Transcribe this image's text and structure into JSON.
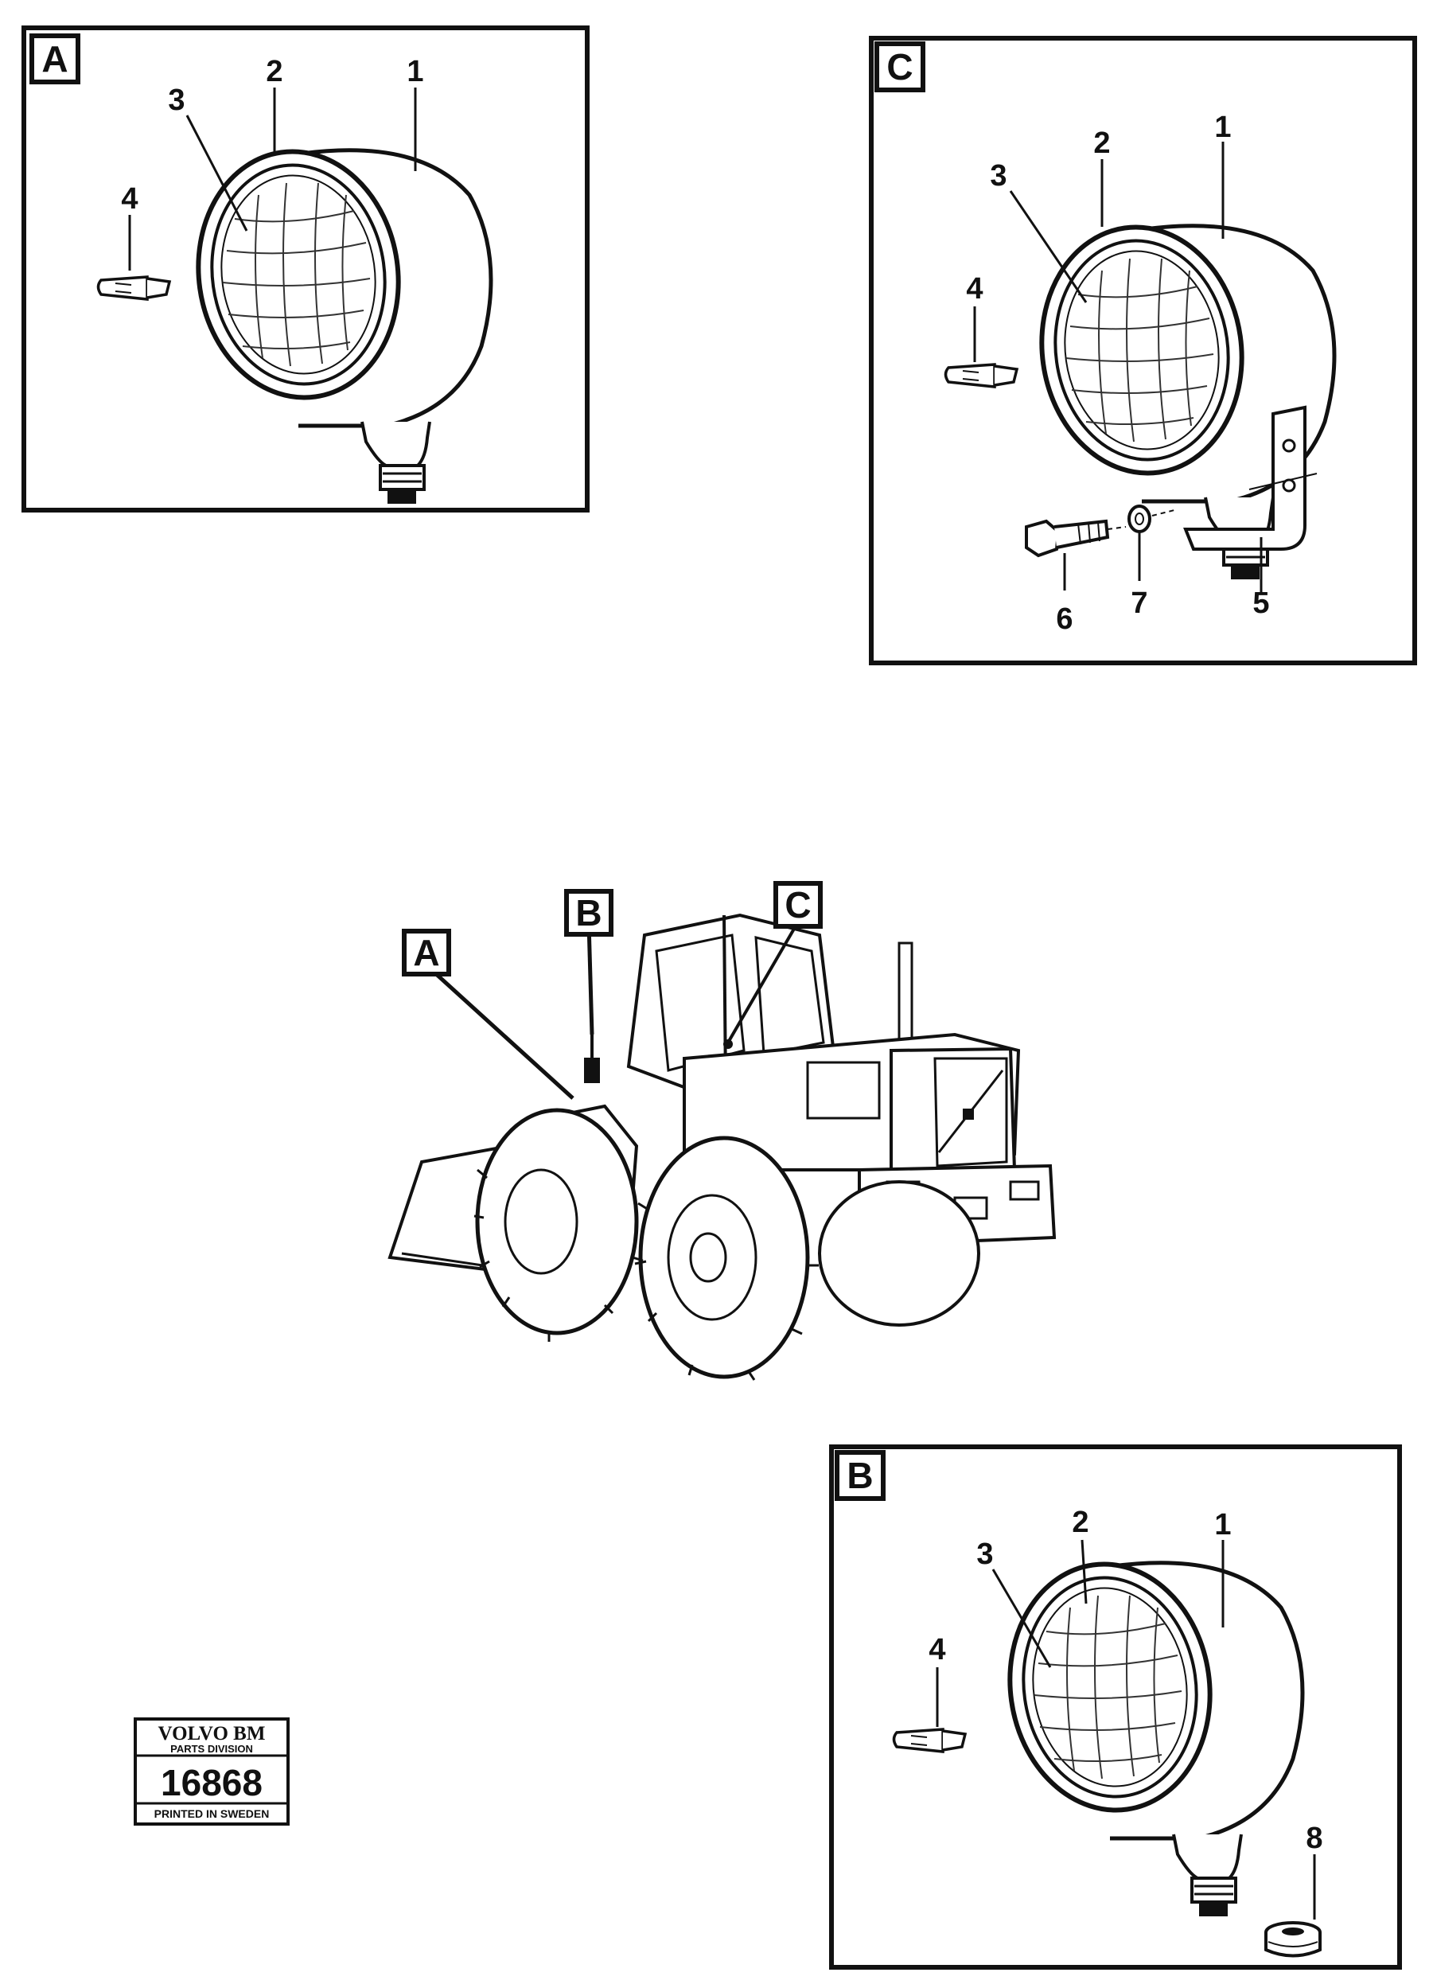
{
  "panels": {
    "a": {
      "tag": "A",
      "callouts": [
        "1",
        "2",
        "3",
        "4"
      ]
    },
    "c": {
      "tag": "C",
      "callouts": [
        "1",
        "2",
        "3",
        "4",
        "5",
        "6",
        "7"
      ]
    },
    "b": {
      "tag": "B",
      "callouts": [
        "1",
        "2",
        "3",
        "4",
        "8"
      ]
    }
  },
  "overview": {
    "tags": [
      "A",
      "B",
      "C"
    ]
  },
  "stamp": {
    "brand": "VOLVO BM",
    "division": "PARTS DIVISION",
    "number": "16868",
    "printed": "PRINTED IN SWEDEN"
  },
  "colors": {
    "ink": "#111111",
    "paper": "#ffffff"
  }
}
